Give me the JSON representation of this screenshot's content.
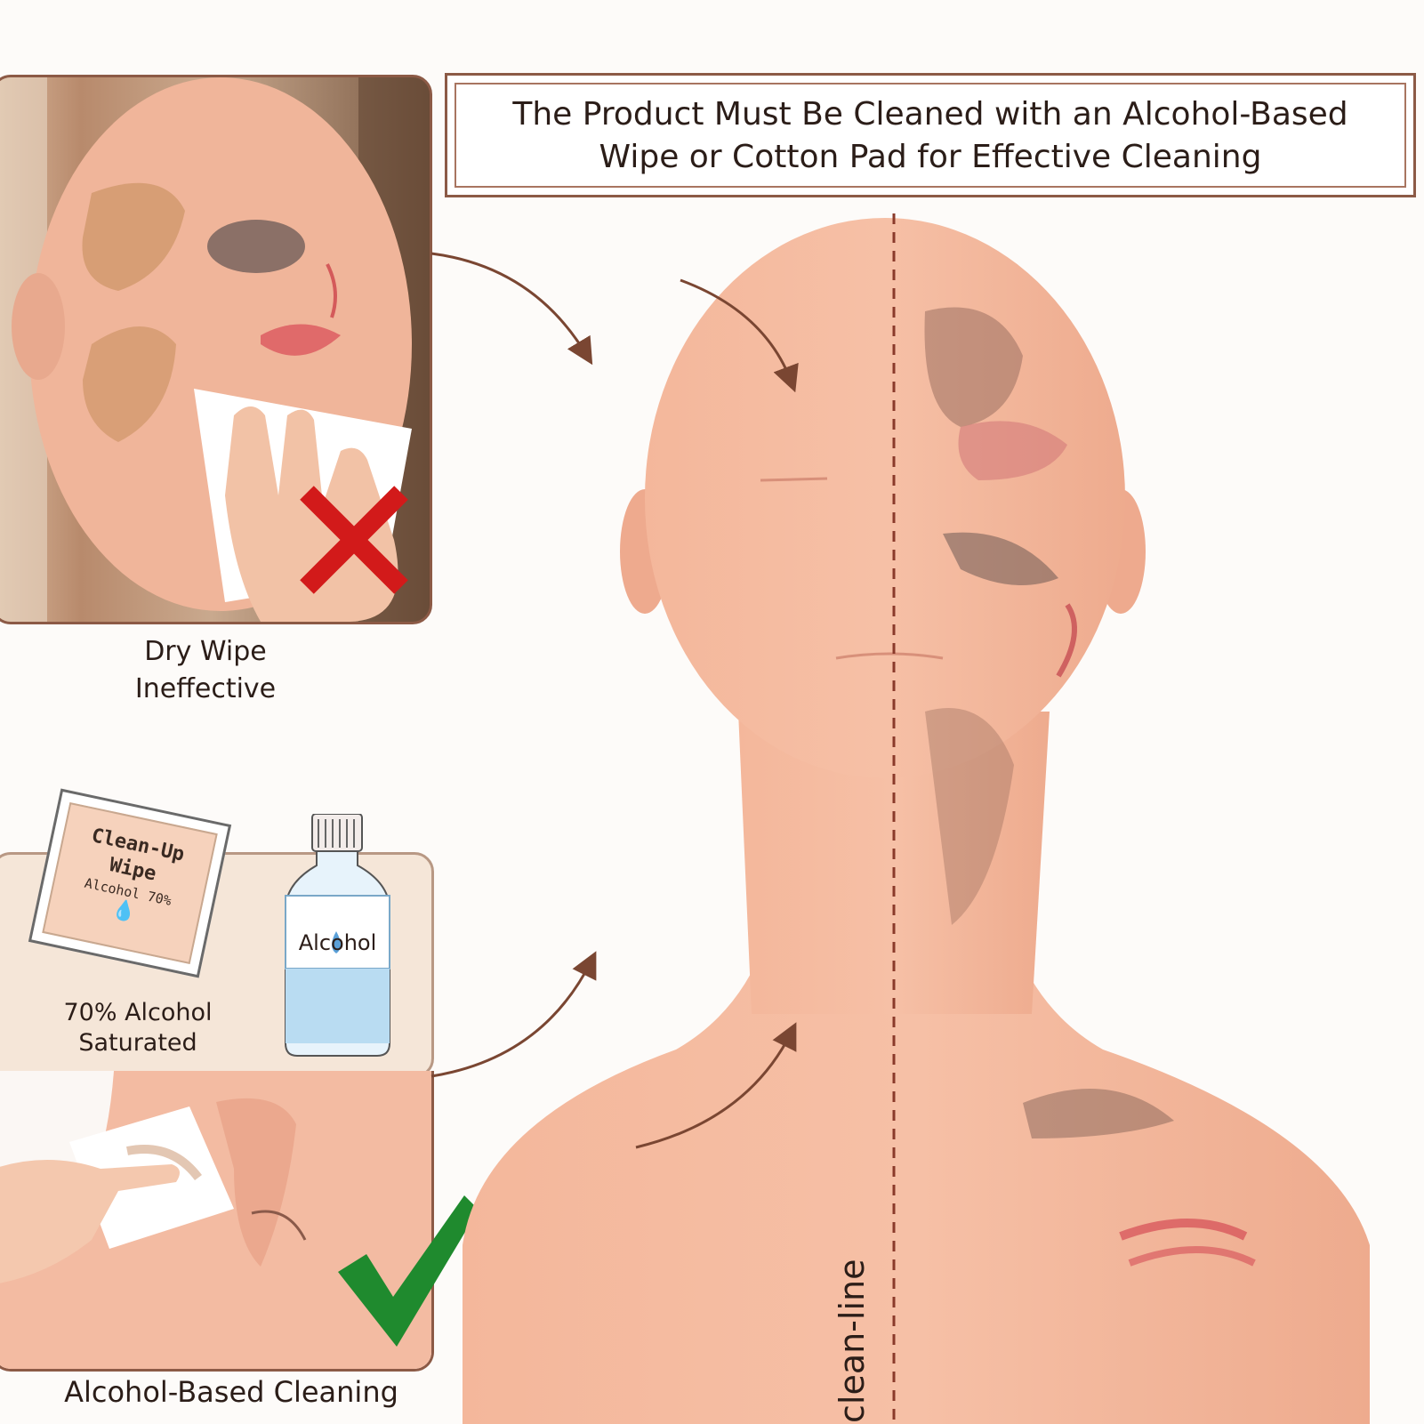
{
  "banner": {
    "line1": "The Product Must Be Cleaned with an Alcohol-Based",
    "line2": "Wipe or Cotton Pad for Effective Cleaning"
  },
  "dry_wipe": {
    "line1": "Dry Wipe",
    "line2": "Ineffective",
    "mark": "red-x"
  },
  "supplies": {
    "wipe_packet": {
      "line1": "Clean-Up",
      "line2": "Wipe",
      "line3": "Alcohol 70%"
    },
    "bottle_label": "Alcohol",
    "caption_line1": "70% Alcohol",
    "caption_line2": "Saturated"
  },
  "alcohol_cleaning": {
    "caption": "Alcohol-Based Cleaning",
    "mark": "green-check"
  },
  "mannequin": {
    "divider_label": "clean-line"
  },
  "colors": {
    "accent_brown": "#8c5a46",
    "arrow_brown": "#7a4632",
    "skin": "#f2b8a0",
    "red_x": "#d21a1a",
    "green_check": "#1f8a2e"
  }
}
